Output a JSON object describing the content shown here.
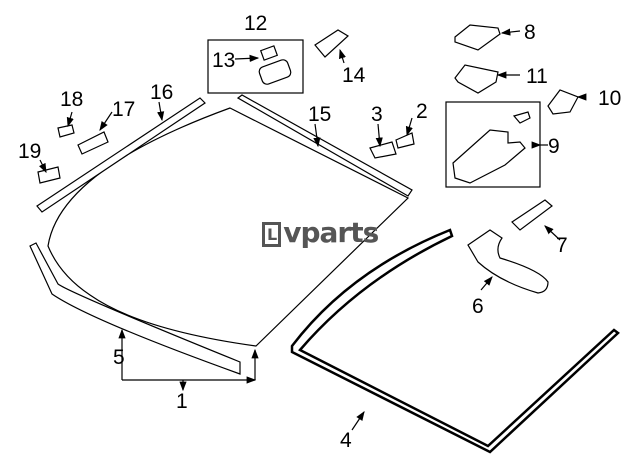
{
  "title": "Windshield glass parts diagram",
  "logo": {
    "text": "vparts",
    "mark": "L"
  },
  "callouts": [
    {
      "id": "1",
      "label": "1"
    },
    {
      "id": "2",
      "label": "2"
    },
    {
      "id": "3",
      "label": "3"
    },
    {
      "id": "4",
      "label": "4"
    },
    {
      "id": "5",
      "label": "5"
    },
    {
      "id": "6",
      "label": "6"
    },
    {
      "id": "7",
      "label": "7"
    },
    {
      "id": "8",
      "label": "8"
    },
    {
      "id": "9",
      "label": "9"
    },
    {
      "id": "10",
      "label": "10"
    },
    {
      "id": "11",
      "label": "11"
    },
    {
      "id": "12",
      "label": "12"
    },
    {
      "id": "13",
      "label": "13"
    },
    {
      "id": "14",
      "label": "14"
    },
    {
      "id": "15",
      "label": "15"
    },
    {
      "id": "16",
      "label": "16"
    },
    {
      "id": "17",
      "label": "17"
    },
    {
      "id": "18",
      "label": "18"
    },
    {
      "id": "19",
      "label": "19"
    }
  ]
}
